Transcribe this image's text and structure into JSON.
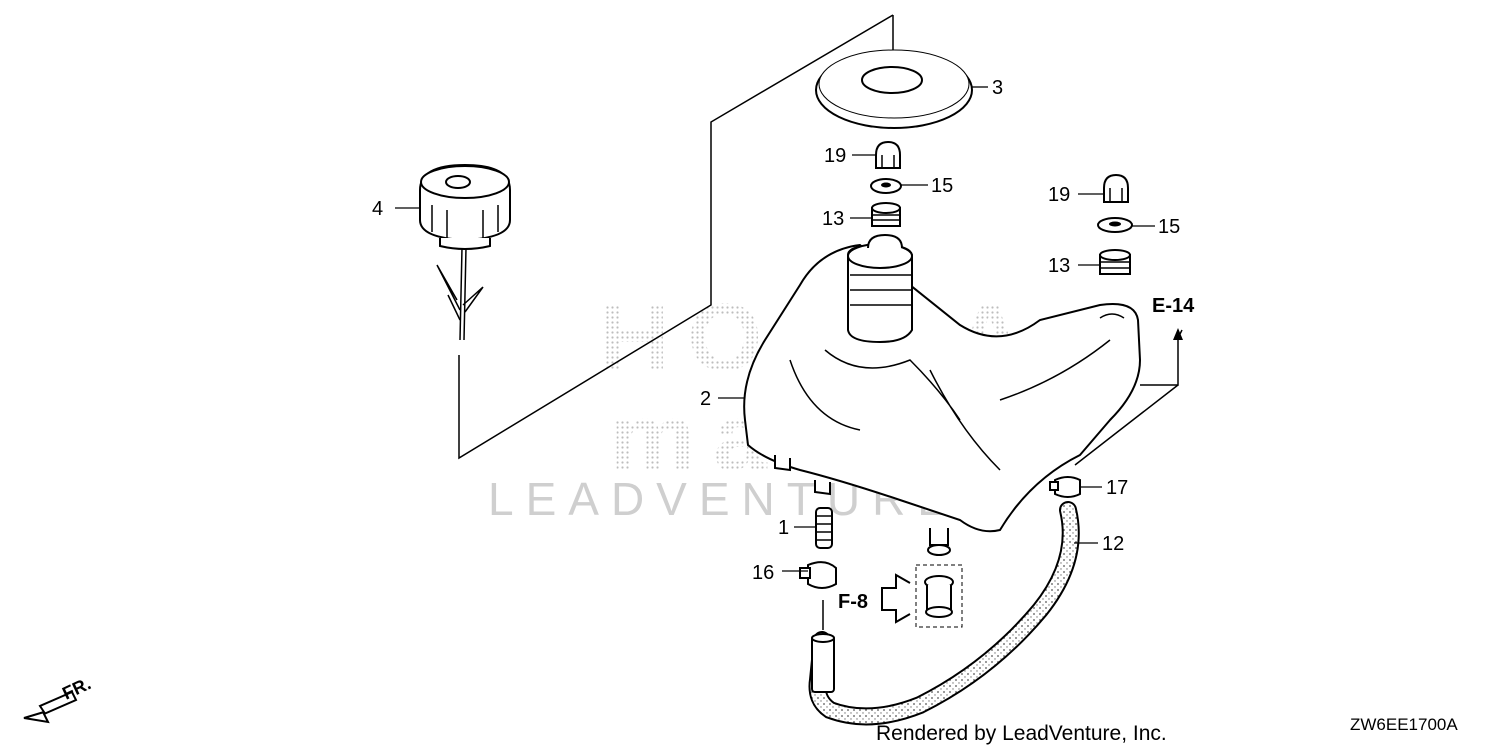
{
  "callouts": {
    "c1": "1",
    "c2": "2",
    "c3": "3",
    "c4": "4",
    "c12": "12",
    "c13a": "13",
    "c13b": "13",
    "c15a": "15",
    "c15b": "15",
    "c16": "16",
    "c17": "17",
    "c19a": "19",
    "c19b": "19"
  },
  "references": {
    "e14": "E-14",
    "f8": "F-8"
  },
  "direction": {
    "front_label": "FR."
  },
  "watermark": {
    "brand": "HONDA",
    "line2": "marine",
    "company": "LEADVENTURE"
  },
  "footer": {
    "rendered_by": "Rendered by LeadVenture, Inc.",
    "diagram_code": "ZW6EE1700A"
  }
}
